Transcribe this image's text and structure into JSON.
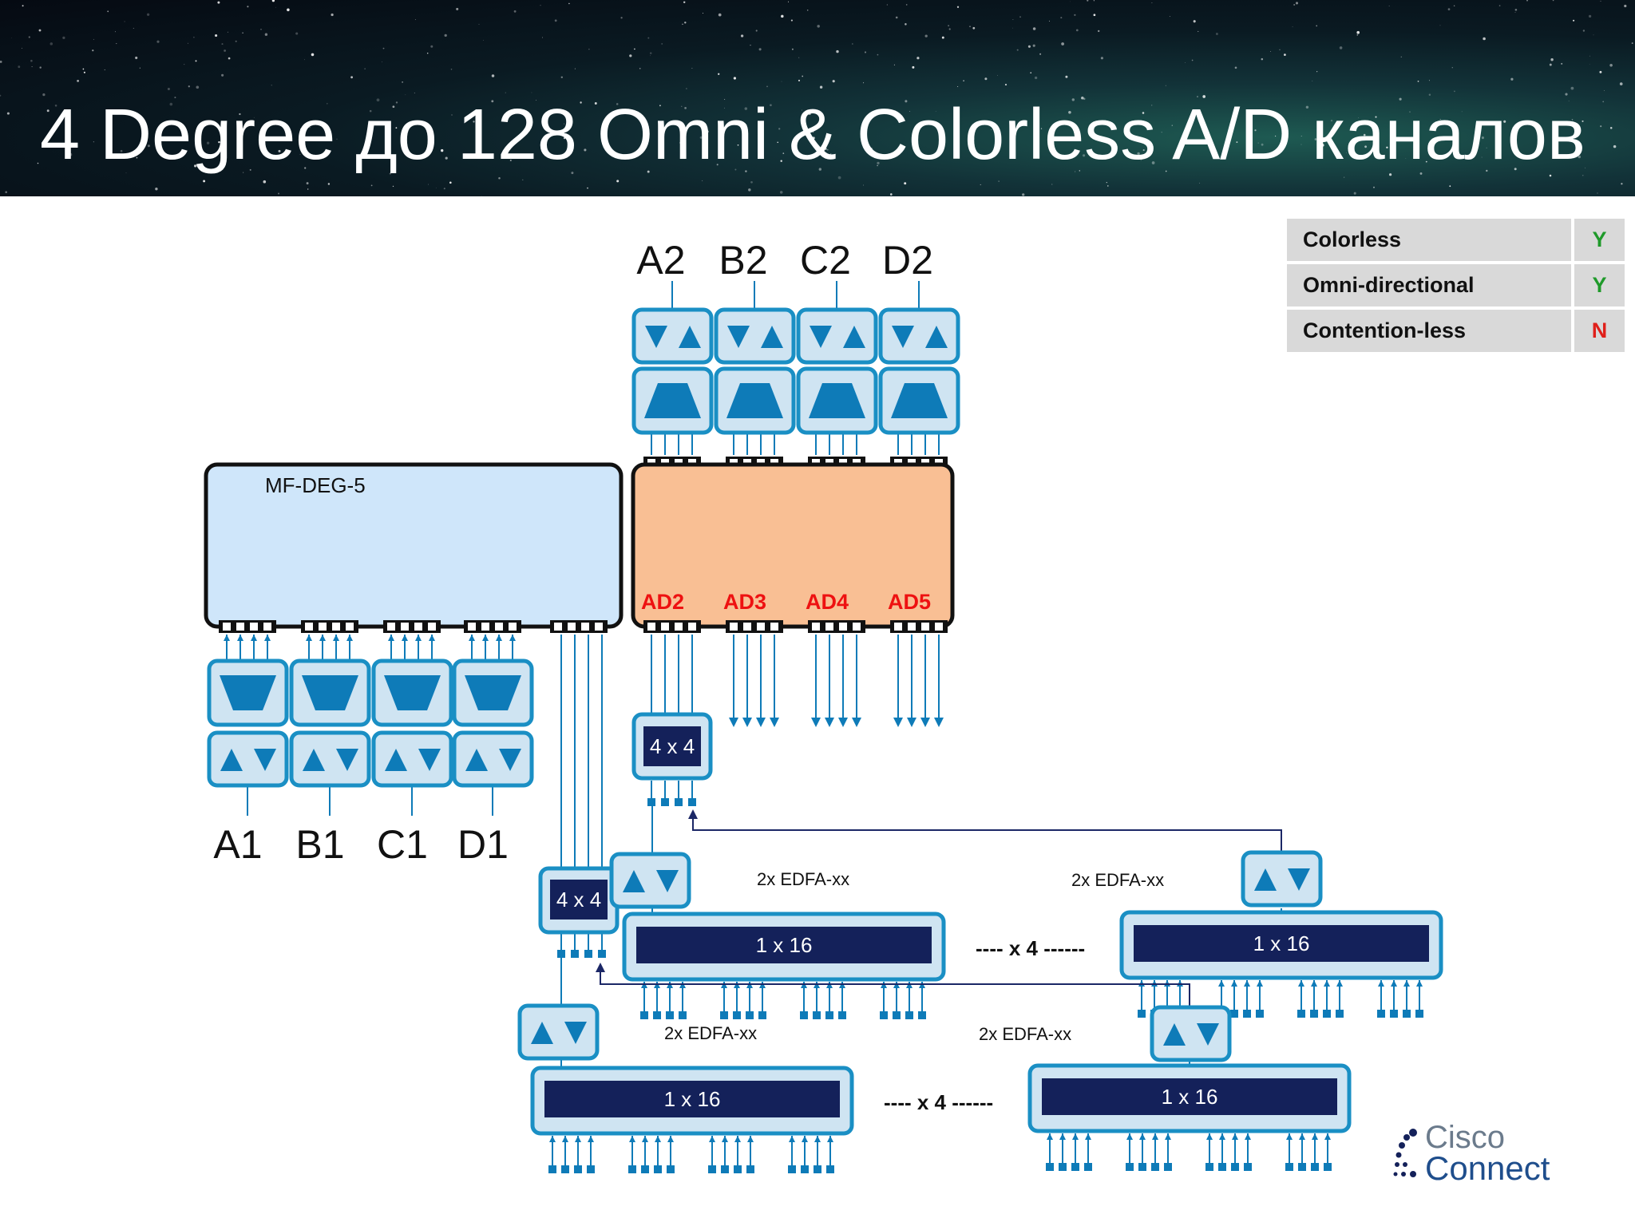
{
  "title": "4 Degree до 128 Omni & Colorless A/D каналов",
  "legend": [
    {
      "label": "Colorless",
      "value": "Y",
      "color": "#1f9a2a"
    },
    {
      "label": "Omni-directional",
      "value": "Y",
      "color": "#1f9a2a"
    },
    {
      "label": "Contention-less",
      "value": "N",
      "color": "#e0201b"
    }
  ],
  "degrees_top": [
    "A2",
    "B2",
    "C2",
    "D2"
  ],
  "degrees_left": [
    "A1",
    "B1",
    "C1",
    "D1"
  ],
  "mf_deg_label": "MF-DEG-5",
  "ad_ports": [
    "AD2",
    "AD3",
    "AD4",
    "AD5"
  ],
  "switch_label": "4 x 4",
  "splitter_label": "1 x 16",
  "edfa_label": "2x EDFA-xx",
  "repeat_label": "---- x 4 ------",
  "logo": {
    "line1": "Cisco",
    "line2": "Connect"
  },
  "colors": {
    "accent": "#0e7bb8",
    "box_border": "#1a8fc4",
    "box_fill": "#cfe4f2",
    "navy": "#14215a",
    "mf_fill": "#cfe6fa",
    "ad_fill": "#f9bf94",
    "red_label": "#ee1111",
    "line": "#1b2766"
  }
}
